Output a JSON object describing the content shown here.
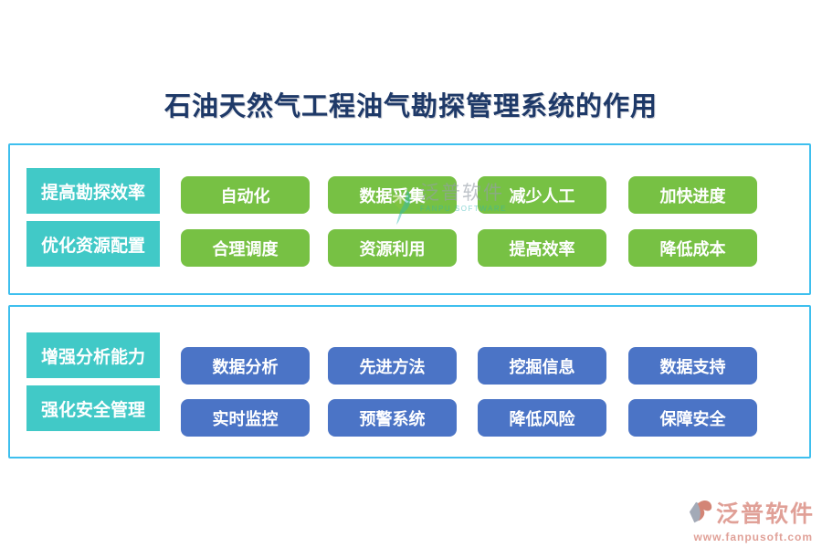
{
  "title": "石油天然气工程油气勘探管理系统的作用",
  "colors": {
    "title_text": "#1e3968",
    "panel_border": "#3ebfee",
    "category_bg": "#41c9c7",
    "green_chip": "#77c144",
    "blue_chip": "#4b74c6",
    "logo_text": "#d9897e"
  },
  "panels": [
    {
      "rows": [
        {
          "label": "提高勘探效率",
          "items": [
            "自动化",
            "数据采集",
            "减少人工",
            "加快进度"
          ]
        },
        {
          "label": "优化资源配置",
          "items": [
            "合理调度",
            "资源利用",
            "提高效率",
            "降低成本"
          ]
        }
      ]
    },
    {
      "rows": [
        {
          "label": "增强分析能力",
          "items": [
            "数据分析",
            "先进方法",
            "挖掘信息",
            "数据支持"
          ]
        },
        {
          "label": "强化安全管理",
          "items": [
            "实时监控",
            "预警系统",
            "降低风险",
            "保障安全"
          ]
        }
      ]
    }
  ],
  "watermark": {
    "name": "泛普软件",
    "subtitle": "FANPU SOFTWARE"
  },
  "footer_logo": {
    "name": "泛普软件",
    "url": "www.fanpusoft.com"
  }
}
